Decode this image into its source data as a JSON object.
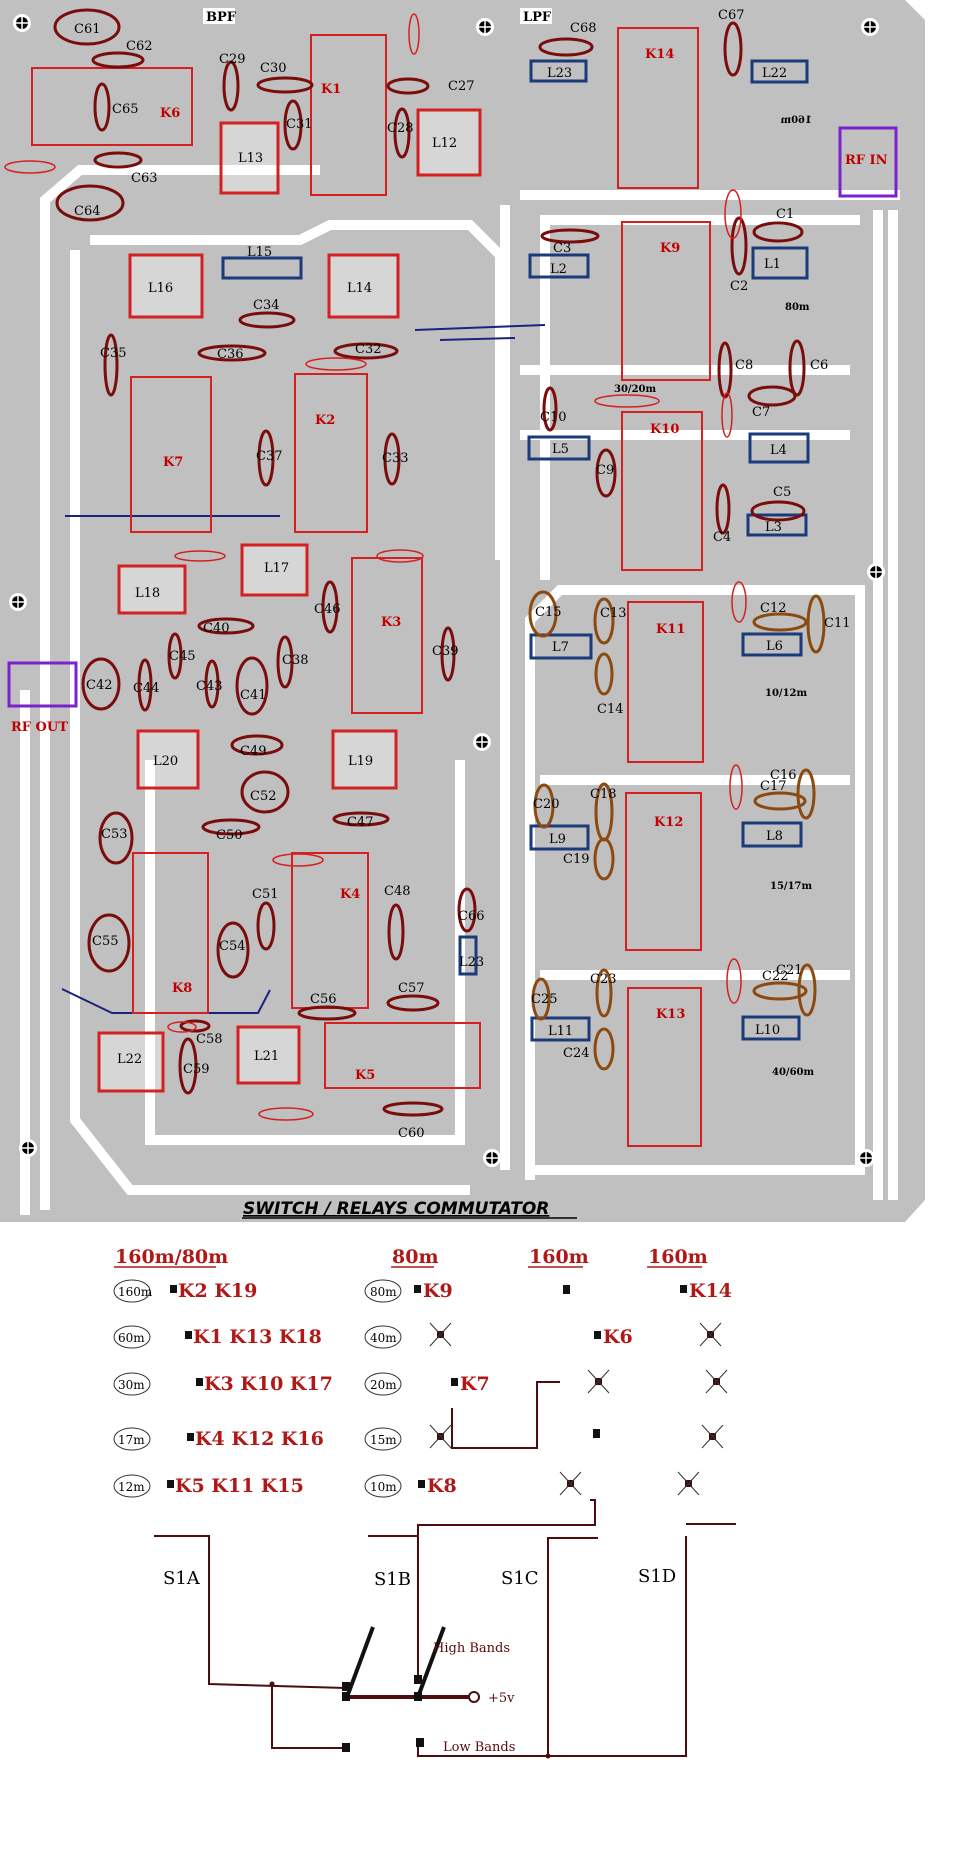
{
  "board": {
    "sections": {
      "bpf": "BPF",
      "lpf": "LPF"
    },
    "ports": {
      "rf_in": "RF IN",
      "rf_out": "RF OUT"
    },
    "band_marks": [
      "160m",
      "80m",
      "30/20m",
      "10/12m",
      "15/17m",
      "40/60m"
    ],
    "relays": [
      "K1",
      "K2",
      "K3",
      "K4",
      "K5",
      "K6",
      "K7",
      "K8",
      "K9",
      "K10",
      "K11",
      "K12",
      "K13",
      "K14"
    ],
    "inductors": [
      "L1",
      "L2",
      "L3",
      "L4",
      "L5",
      "L6",
      "L7",
      "L8",
      "L9",
      "L10",
      "L11",
      "L12",
      "L13",
      "L14",
      "L15",
      "L16",
      "L17",
      "L18",
      "L19",
      "L20",
      "L21",
      "L22",
      "L23"
    ],
    "capacitors": [
      "C1",
      "C2",
      "C3",
      "C4",
      "C5",
      "C6",
      "C7",
      "C8",
      "C9",
      "C10",
      "C11",
      "C12",
      "C13",
      "C14",
      "C15",
      "C16",
      "C17",
      "C18",
      "C19",
      "C20",
      "C21",
      "C22",
      "C23",
      "C24",
      "C25",
      "C27",
      "C28",
      "C29",
      "C30",
      "C31",
      "C32",
      "C33",
      "C34",
      "C35",
      "C36",
      "C37",
      "C38",
      "C39",
      "C40",
      "C41",
      "C42",
      "C43",
      "C44",
      "C45",
      "C46",
      "C47",
      "C48",
      "C49",
      "C50",
      "C51",
      "C52",
      "C53",
      "C54",
      "C55",
      "C56",
      "C57",
      "C58",
      "C59",
      "C60",
      "C61",
      "C62",
      "C63",
      "C64",
      "C65",
      "C66",
      "C67",
      "C68"
    ]
  },
  "commutator": {
    "title": "SWITCH / RELAYS COMMUTATOR",
    "columns": [
      {
        "header": "160m/80m",
        "switch": "S1A"
      },
      {
        "header": "80m",
        "switch": "S1B"
      },
      {
        "header": "160m",
        "switch": "S1C"
      },
      {
        "header": "160m",
        "switch": "S1D"
      }
    ],
    "rows": [
      {
        "band": "160m",
        "s1a": "K2  K19",
        "s1b_band": "80m",
        "s1b": "K9",
        "s1c": "",
        "s1d": "K14"
      },
      {
        "band": "60m",
        "s1a": "K1  K13  K18",
        "s1b_band": "40m",
        "s1b": "",
        "s1c": "K6",
        "s1d": ""
      },
      {
        "band": "30m",
        "s1a": "K3  K10  K17",
        "s1b_band": "20m",
        "s1b": "K7",
        "s1c": "",
        "s1d": ""
      },
      {
        "band": "17m",
        "s1a": "K4  K12  K16",
        "s1b_band": "15m",
        "s1b": "",
        "s1c": "",
        "s1d": ""
      },
      {
        "band": "12m",
        "s1a": "K5  K11  K15",
        "s1b_band": "10m",
        "s1b": "K8",
        "s1c": "",
        "s1d": ""
      }
    ],
    "high_bands": "High Bands",
    "low_bands": "Low Bands",
    "supply": "+5v"
  },
  "colors": {
    "board": "#c0c0c0",
    "trace": "#ffffff",
    "relay": "#d42020",
    "cap_dark": "#7a0c0c",
    "cap_brown": "#8b4a10",
    "inductor_blue": "#1a3a7a",
    "port": "#7a22cc",
    "text_red": "#b01818"
  }
}
